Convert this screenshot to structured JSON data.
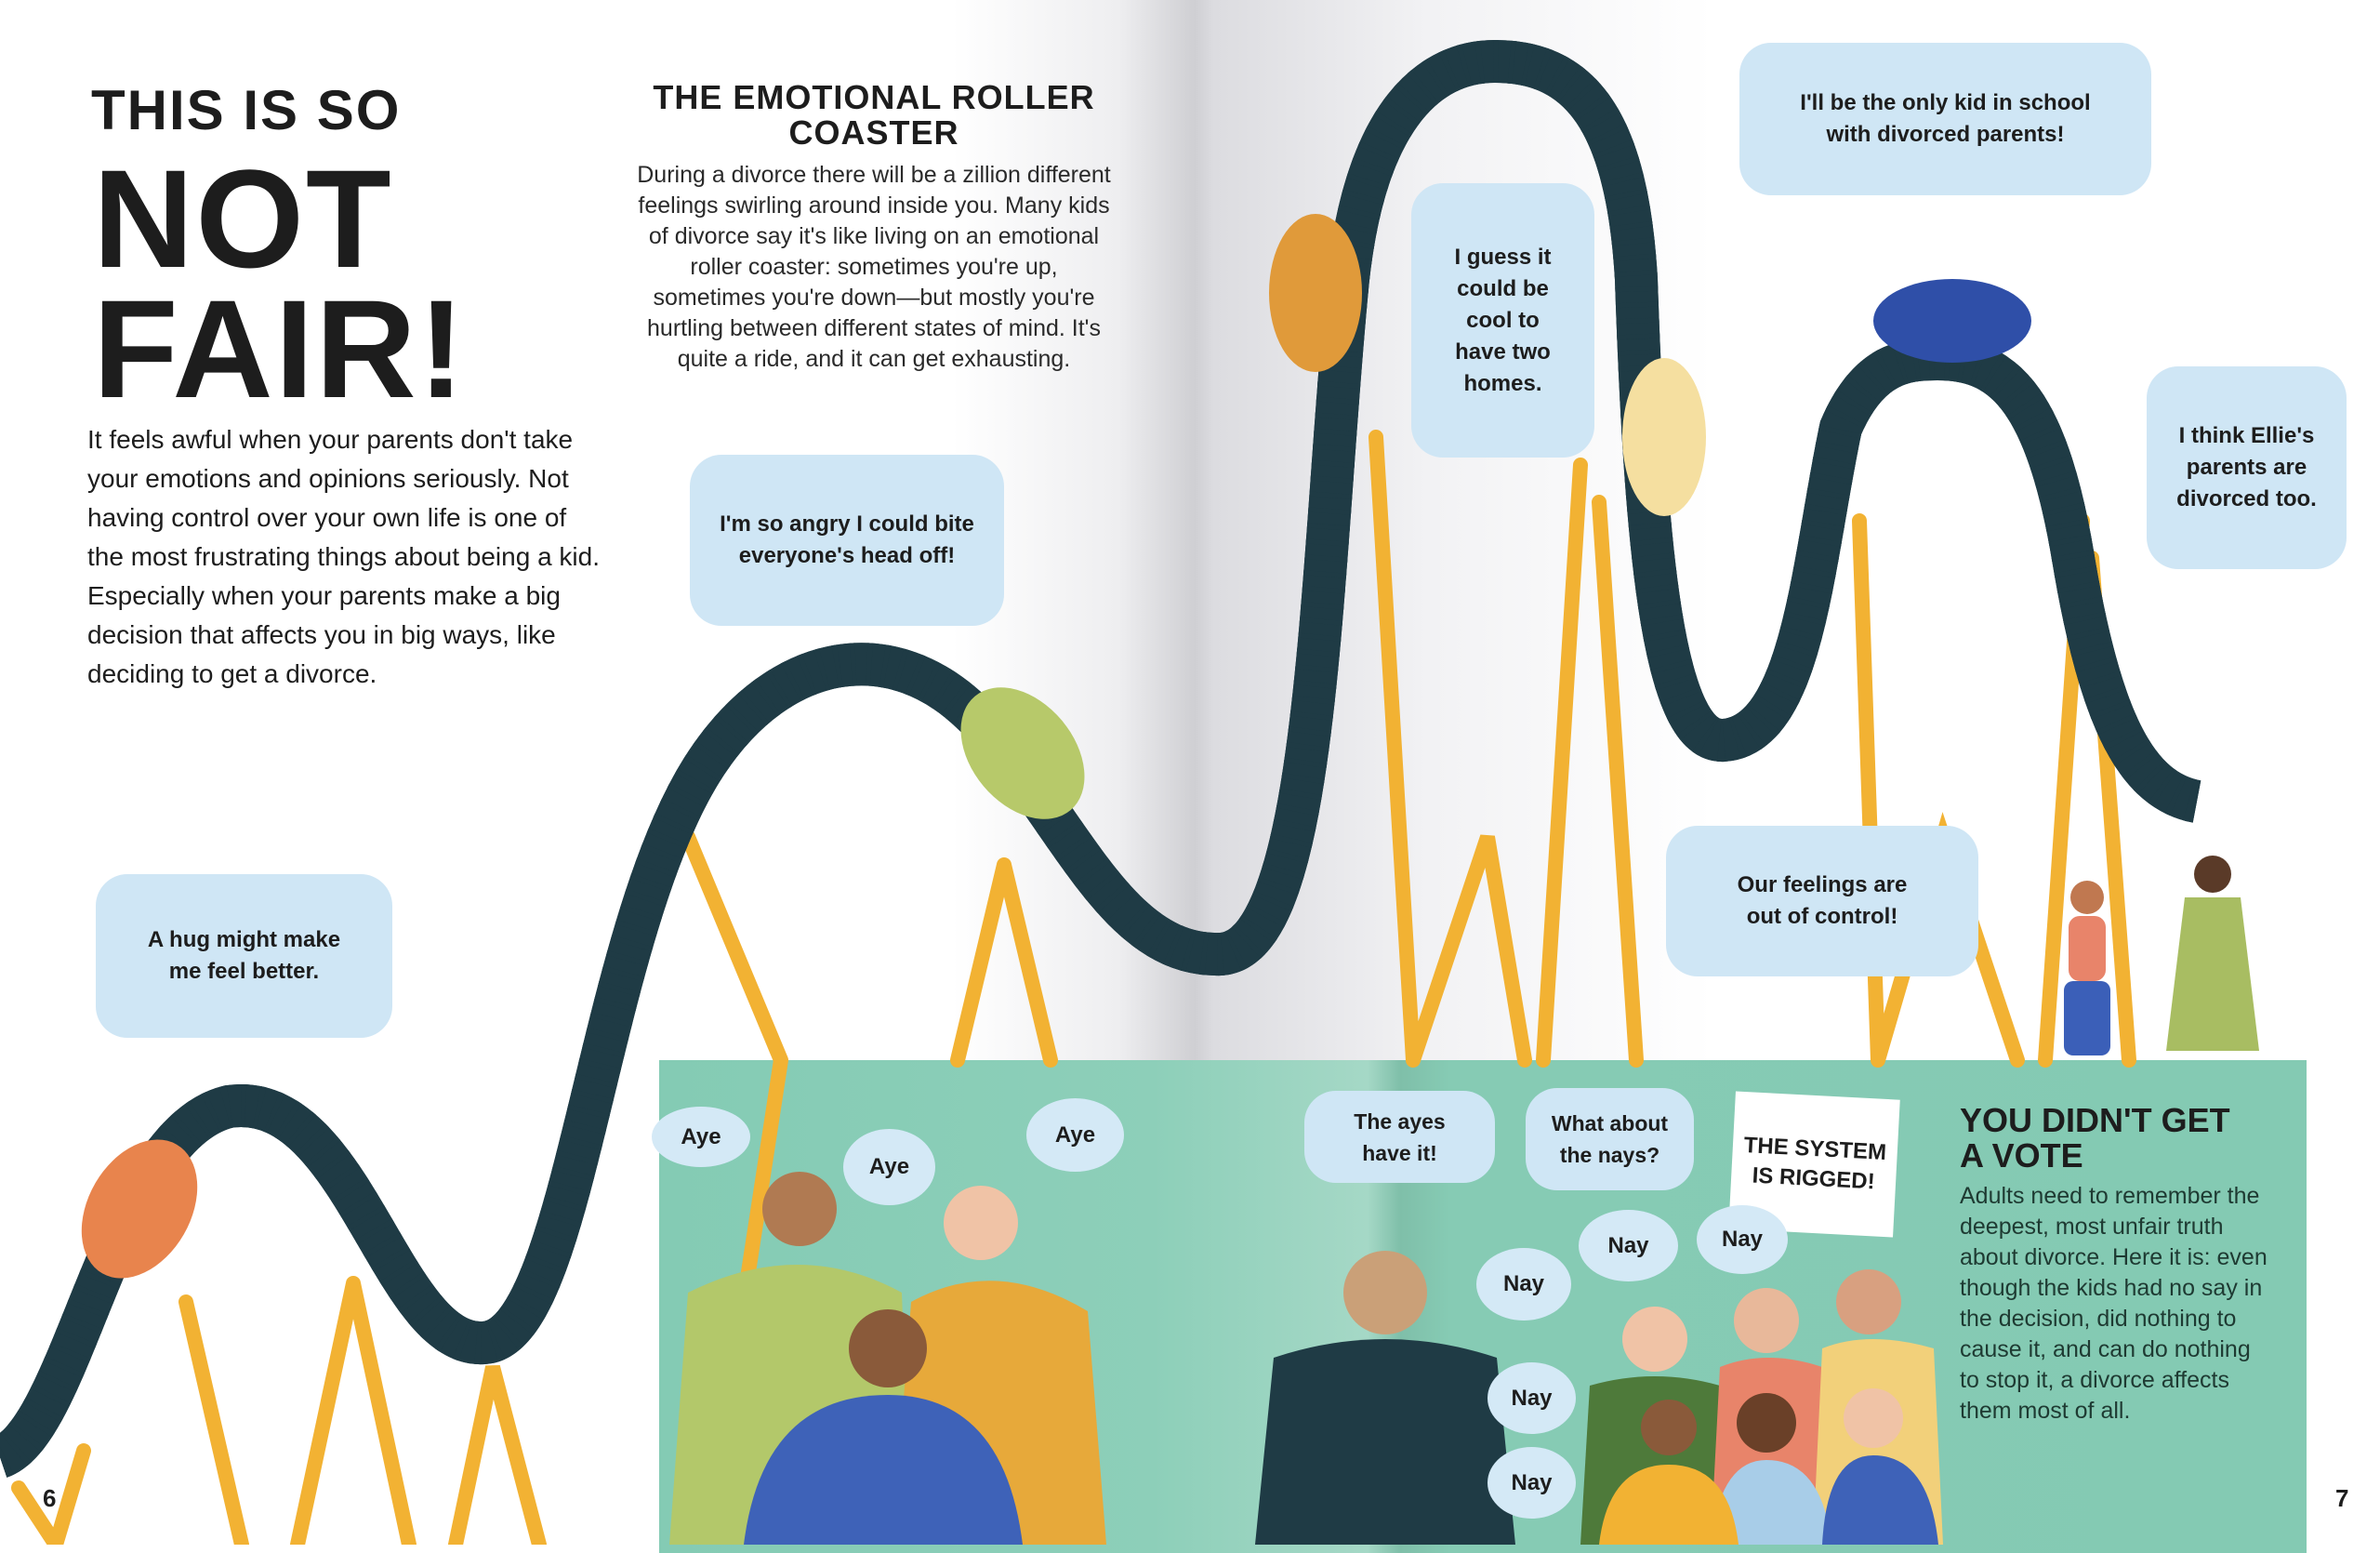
{
  "left_page": {
    "title_line1": "THIS IS SO",
    "title_line2": "NOT",
    "title_line3": "FAIR!",
    "intro": "It feels awful when your parents don't take your emotions and opinions seriously. Not having control over your own life is one of the most frustrating things about being a kid. Especially when your parents make a big decision that affects you in big ways, like deciding to get a divorce.",
    "section_title": "THE EMOTIONAL ROLLER COASTER",
    "section_body": "During a divorce there will be a zillion different feelings swirling around inside you. Many kids of divorce say it's like living on an emotional roller coaster: sometimes you're up, sometimes you're down—but mostly you're hurtling between different states of mind. It's quite a ride, and it can get exhausting.",
    "page_number": "6"
  },
  "speech_bubbles": {
    "angry": "I'm so angry I could bite everyone's head off!",
    "hug": "A hug might make me feel better.",
    "cool": "I guess it could be cool to have two homes.",
    "only_kid": "I'll be the only kid in school with divorced parents!",
    "ellie": "I think Ellie's parents are divorced too.",
    "feelings": "Our feelings are out of control!"
  },
  "vote_scene": {
    "aye1": "Aye",
    "aye2": "Aye",
    "aye3": "Aye",
    "ayes_have_it": "The ayes have it!",
    "what_about_nays": "What about the nays?",
    "sign": "THE SYSTEM IS RIGGED!",
    "nay1": "Nay",
    "nay2": "Nay",
    "nay3": "Nay",
    "nay4": "Nay",
    "nay5": "Nay"
  },
  "right_page": {
    "vote_title": "YOU DIDN'T GET A VOTE",
    "vote_body": "Adults need to remember the deepest, most unfair truth about divorce. Here it is: even though the kids had no say in the decision, did nothing to cause it, and can do nothing to stop it, a divorce affects them most of all.",
    "page_number": "7"
  },
  "colors": {
    "bubble": "#cfe6f5",
    "panel": "#84cab3",
    "track": "#1f3b45",
    "supports": "#f2b233"
  }
}
